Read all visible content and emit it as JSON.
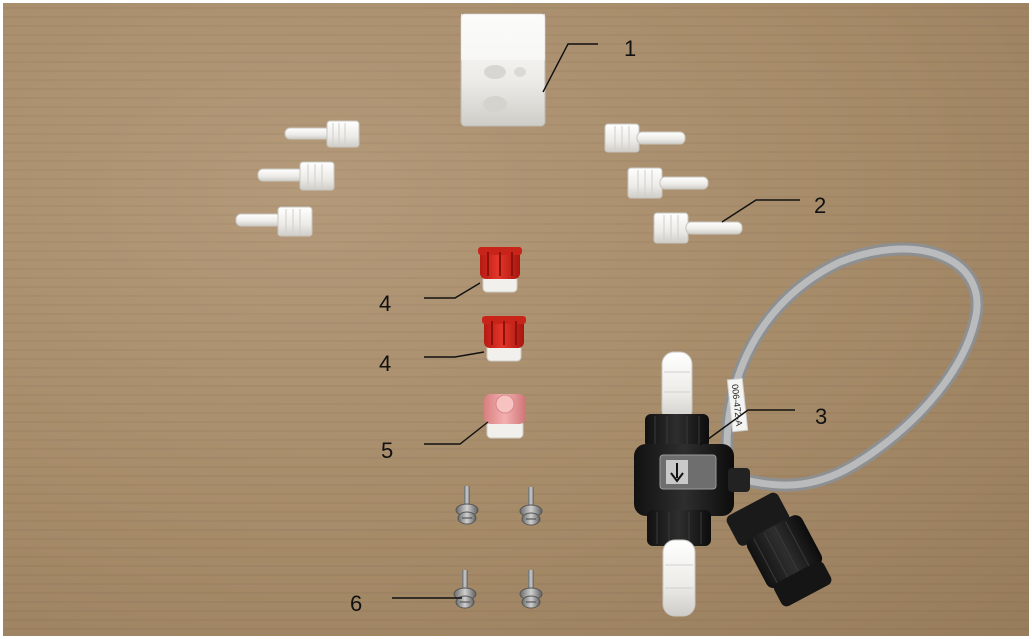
{
  "callouts": {
    "c1": "1",
    "c2": "2",
    "c3": "3",
    "c4a": "4",
    "c4b": "4",
    "c5": "5",
    "c6": "6"
  },
  "cable_label": "006-472-A",
  "colors": {
    "cardboard": "#a68b69",
    "white_plastic": "#f4f4f2",
    "red_nozzle": "#d8281c",
    "pink_nozzle": "#ee9c9c",
    "black_body": "#1d1d1d",
    "grey_cable": "#a7a9ab",
    "screw": "#9a9a9a"
  }
}
